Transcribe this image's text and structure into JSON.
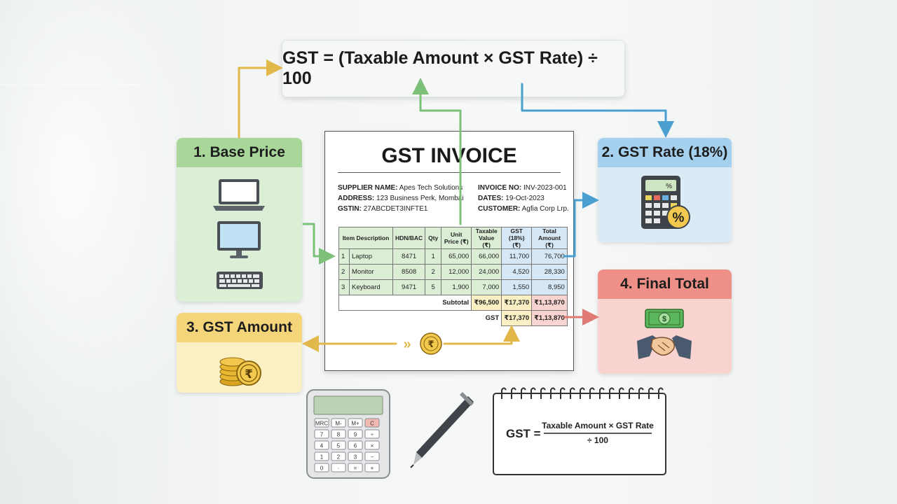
{
  "formula_top": "GST = (Taxable Amount × GST Rate) ÷ 100",
  "cards": {
    "base_price": "1. Base Price",
    "gst_rate": "2. GST Rate (18%)",
    "gst_amount": "3. GST Amount",
    "final_total": "4. Final Total"
  },
  "invoice": {
    "title": "GST INVOICE",
    "supplier_label": "SUPPLIER NAME:",
    "supplier": "Apes Tech Solutions",
    "address_label": "ADDRESS:",
    "address": "123 Business Perk, Mombai",
    "gstin_label": "GSTIN:",
    "gstin": "27ABCDET3INFTE1",
    "invoice_no_label": "INVOICE NO:",
    "invoice_no": "INV-2023-001",
    "dates_label": "DATES:",
    "dates": "19-Oct-2023",
    "customer_label": "CUSTOMER:",
    "customer": "Agfia Corp Lrp.",
    "headers": [
      "Item Description",
      "HDN/BAC",
      "Qty",
      "Unit Price (₹)",
      "Taxable Value (₹)",
      "GST (18%) (₹)",
      "Total Amount (₹)"
    ],
    "rows": [
      {
        "n": "1",
        "item": "Laptop",
        "code": "8471",
        "qty": "1",
        "unit": "65,000",
        "taxable": "66,000",
        "gst": "11,700",
        "total": "76,700"
      },
      {
        "n": "2",
        "item": "Monitor",
        "code": "8508",
        "qty": "2",
        "unit": "12,000",
        "taxable": "24,000",
        "gst": "4,520",
        "total": "28,330"
      },
      {
        "n": "3",
        "item": "Keyboard",
        "code": "9471",
        "qty": "5",
        "unit": "1,900",
        "taxable": "7,000",
        "gst": "1,550",
        "total": "8,950"
      }
    ],
    "subtotal_label": "Subtotal",
    "subtotal_taxable": "₹96,500",
    "subtotal_gst": "₹17,370",
    "subtotal_total": "₹1,13,870",
    "gst_label": "GST",
    "gst_gst": "₹17,370",
    "gst_total": "₹1,13,870"
  },
  "calculator": {
    "keys": [
      "MRC",
      "M-",
      "M+",
      "C",
      "7",
      "8",
      "9",
      "÷",
      "4",
      "5",
      "6",
      "×",
      "1",
      "2",
      "3",
      "−",
      "0",
      "·",
      "=",
      "+"
    ]
  },
  "small_calc_percent": "%",
  "notepad": {
    "lhs": "GST =",
    "numerator": "Taxable Amount × GST Rate",
    "denominator": "÷ 100"
  },
  "rupee_symbol": "₹",
  "dollar_symbol": "$",
  "chevrons": "»",
  "colors": {
    "green": "#a9d79a",
    "blue": "#a6d1ee",
    "yellow": "#f4d57a",
    "red": "#ef9088",
    "arrow_yellow": "#e2b84a",
    "arrow_green": "#7cc07a",
    "arrow_blue": "#4a9fd0",
    "arrow_red": "#e07a74"
  },
  "icons": [
    "laptop-icon",
    "monitor-icon",
    "keyboard-icon",
    "calculator-icon",
    "percent-icon",
    "coins-icon",
    "rupee-icon",
    "cash-icon",
    "handshake-icon",
    "pen-icon",
    "notepad-icon"
  ]
}
